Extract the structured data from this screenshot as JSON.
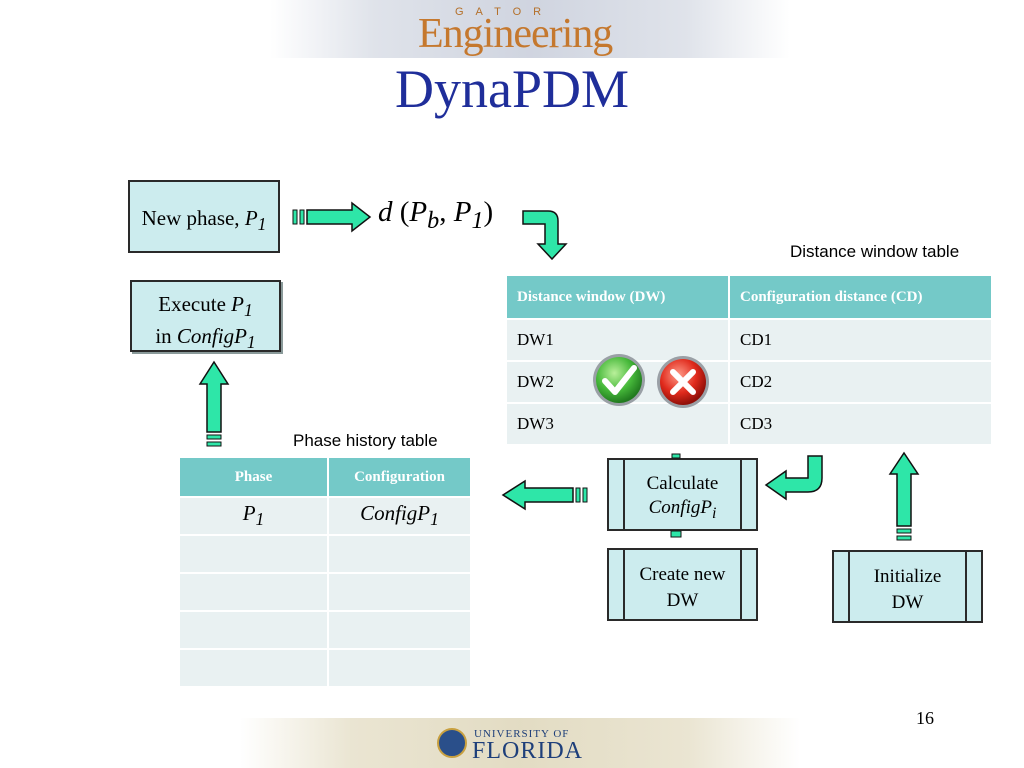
{
  "header": {
    "logo_small": "GATOR",
    "logo_main": "Engineering"
  },
  "title": "DynaPDM",
  "new_phase": {
    "text": "New phase, ",
    "var": "P",
    "sub": "1"
  },
  "formula": {
    "d": "d",
    "open": " (",
    "pb": "P",
    "pb_sub": "b",
    "comma": ", ",
    "p1": "P",
    "p1_sub": "1",
    "close": ")"
  },
  "execute": {
    "line1": "Execute ",
    "var1": "P",
    "sub1": "1",
    "line2": "in ",
    "var2": "ConfigP",
    "sub2": "1"
  },
  "distance_table": {
    "caption": "Distance window table",
    "headers": [
      "Distance window (DW)",
      "Configuration distance (CD)"
    ],
    "rows": [
      [
        "DW1",
        "CD1"
      ],
      [
        "DW2",
        "CD2"
      ],
      [
        "DW3",
        "CD3"
      ]
    ]
  },
  "phase_table": {
    "caption": "Phase history table",
    "headers": [
      "Phase",
      "Configuration"
    ],
    "row1": {
      "phase": "P",
      "phase_sub": "1",
      "config": "ConfigP",
      "config_sub": "1"
    }
  },
  "calculate": {
    "line1": "Calculate",
    "var": "ConfigP",
    "sub": "i"
  },
  "create": {
    "line1": "Create new",
    "line2": "DW"
  },
  "initialize": {
    "line1": "Initialize",
    "line2": "DW"
  },
  "icons": {
    "check": "check-icon",
    "cross": "cross-icon"
  },
  "colors": {
    "title": "#1f2e9a",
    "arrow": "#2ee6a8",
    "header_fill": "#74c9c8",
    "box_fill": "#ccecee"
  },
  "footer": {
    "page_number": "16",
    "university_small": "UNIVERSITY OF",
    "university_big": "FLORIDA"
  }
}
